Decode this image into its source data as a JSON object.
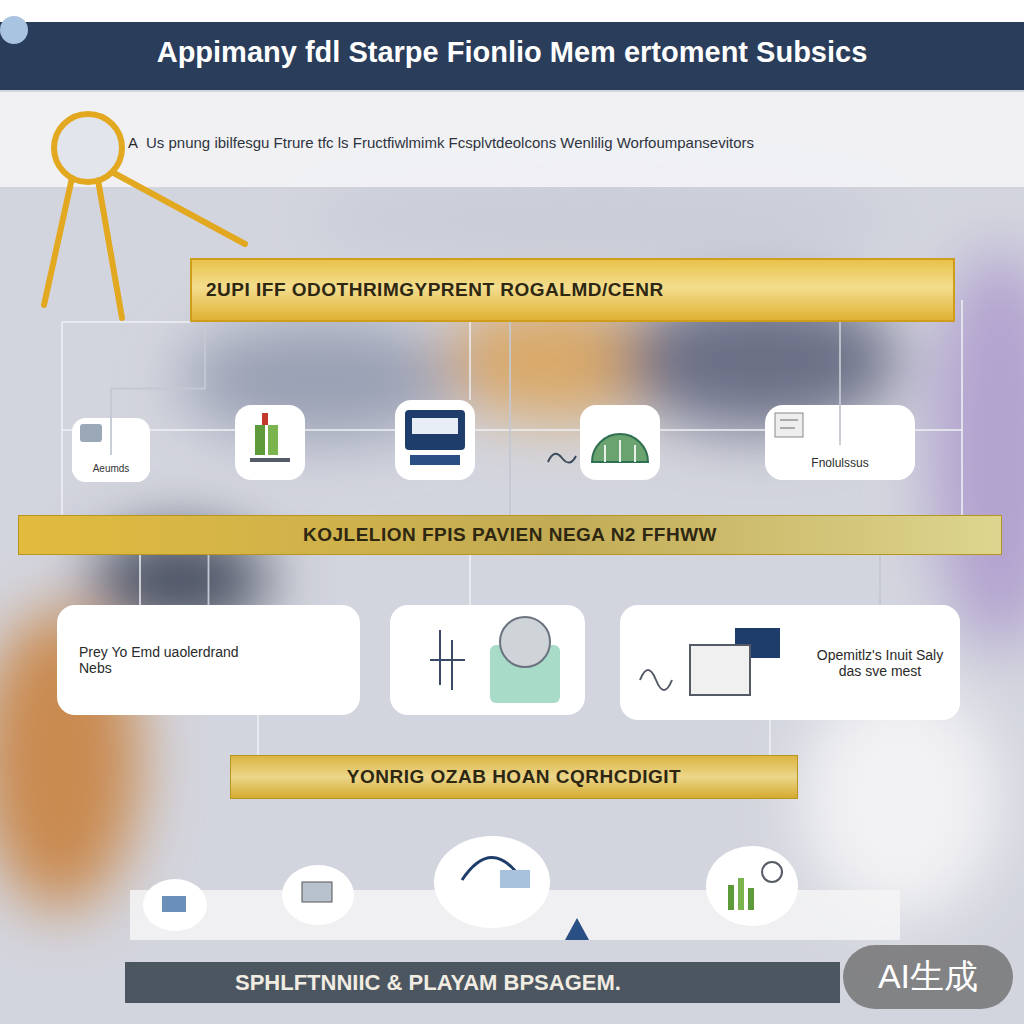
{
  "diagram": {
    "title": "Appimany fdl Starpe Fionlio Mem ertoment Subsics",
    "nodes": [
      {
        "text": [
          "2UPI IFF ODOTHRIMGYPRENT ROGALMD/CENR"
        ]
      },
      {
        "text": [
          "Aeumds"
        ]
      },
      {
        "text": [
          "Fnolulssus"
        ]
      },
      {
        "text": [
          "KOJLELION FPIS PAVIEN NEGA N2 FFHWW"
        ]
      },
      {
        "text": [
          "Prey Yo Emd uaolerdrand Nebs"
        ]
      },
      {
        "text": [
          "Opemitlz's Inuit Saly das sve mest"
        ]
      },
      {
        "text": [
          "YONRIG OZAB HOAN CQRHCDIGIT"
        ]
      },
      {
        "text": [
          "SPHLFTNNIIC & PLAYAM BPSAGEM."
        ]
      }
    ],
    "edges": [
      {
        "from": 0,
        "to": 1,
        "arrow": "none"
      },
      {
        "from": 0,
        "to": 2,
        "arrow": "none"
      },
      {
        "from": 0,
        "to": 3,
        "arrow": "none"
      },
      {
        "from": 3,
        "to": 4,
        "arrow": "none"
      },
      {
        "from": 3,
        "to": 5,
        "arrow": "none"
      }
    ],
    "labels": [
      "A",
      "Us pnung ibilfesgu Ftrure tfc ls Fructfiwlmimk Fcsplvtdeolcons Wenlilig Worfoumpansevitors",
      "AI生成"
    ]
  }
}
